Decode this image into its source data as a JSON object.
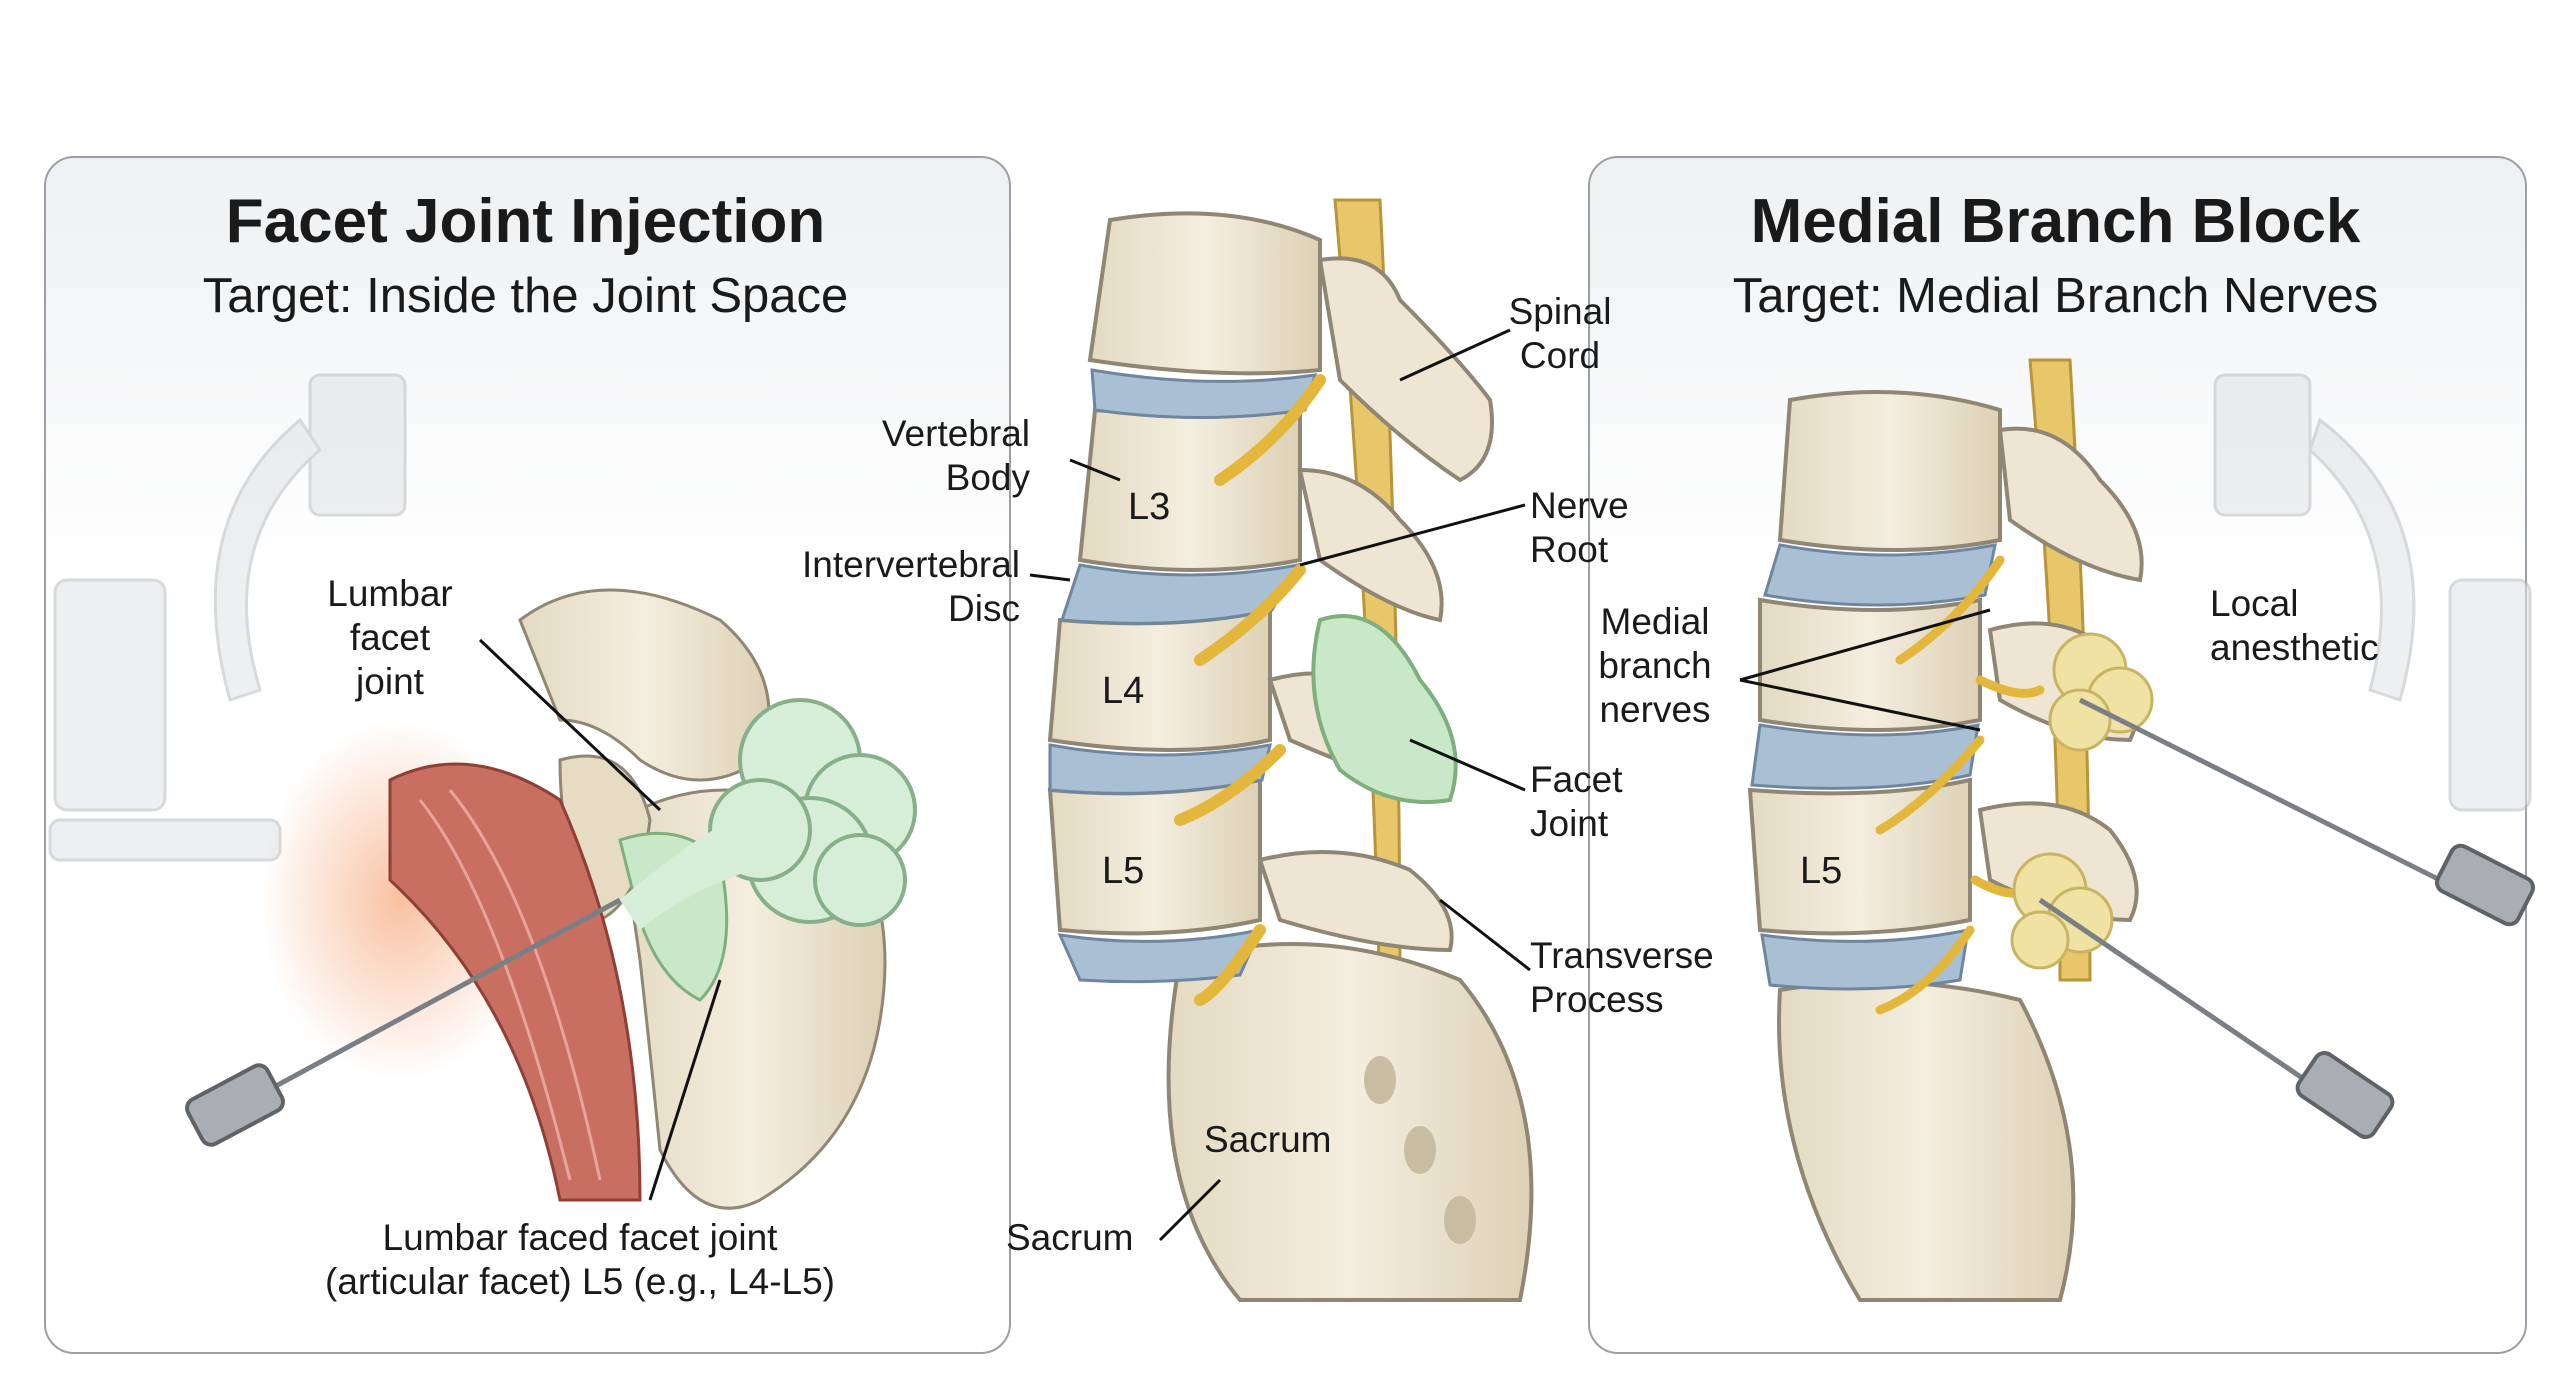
{
  "left_panel": {
    "title": "Facet Joint Injection",
    "subtitle": "Target: Inside the Joint Space",
    "labels": {
      "lumbar_facet_joint_line1": "Lumbar",
      "lumbar_facet_joint_line2": "facet",
      "lumbar_facet_joint_line3": "joint",
      "bottom_line1": "Lumbar faced facet joint",
      "bottom_line2": "(articular facet) L5 (e.g., L4-L5)"
    }
  },
  "center": {
    "labels": {
      "vertebral_body_line1": "Vertebral",
      "vertebral_body_line2": "Body",
      "intervertebral_disc_line1": "Intervertebral",
      "intervertebral_disc_line2": "Disc",
      "spinal_cord_line1": "Spinal",
      "spinal_cord_line2": "Cord",
      "nerve_root_line1": "Nerve",
      "nerve_root_line2": "Root",
      "facet_joint_line1": "Facet",
      "facet_joint_line2": "Joint",
      "transverse_process_line1": "Transverse",
      "transverse_process_line2": "Process",
      "sacrum_inner": "Sacrum",
      "sacrum_outer": "Sacrum"
    },
    "vertebrae": [
      "L3",
      "L4",
      "L5"
    ]
  },
  "right_panel": {
    "title": "Medial Branch Block",
    "subtitle": "Target: Medial Branch Nerves",
    "labels": {
      "medial_line1": "Medial",
      "medial_line2": "branch",
      "medial_line3": "nerves",
      "local_line1": "Local",
      "local_line2": "anesthetic",
      "vertebra": "L5"
    }
  },
  "colors": {
    "bone": "#efe7d3",
    "disc": "#a9bfd4",
    "nerve": "#e3b63c",
    "injectate_green": "#c8e6c9",
    "muscle": "#c86f62",
    "panel_border": "#9aa0a6"
  }
}
